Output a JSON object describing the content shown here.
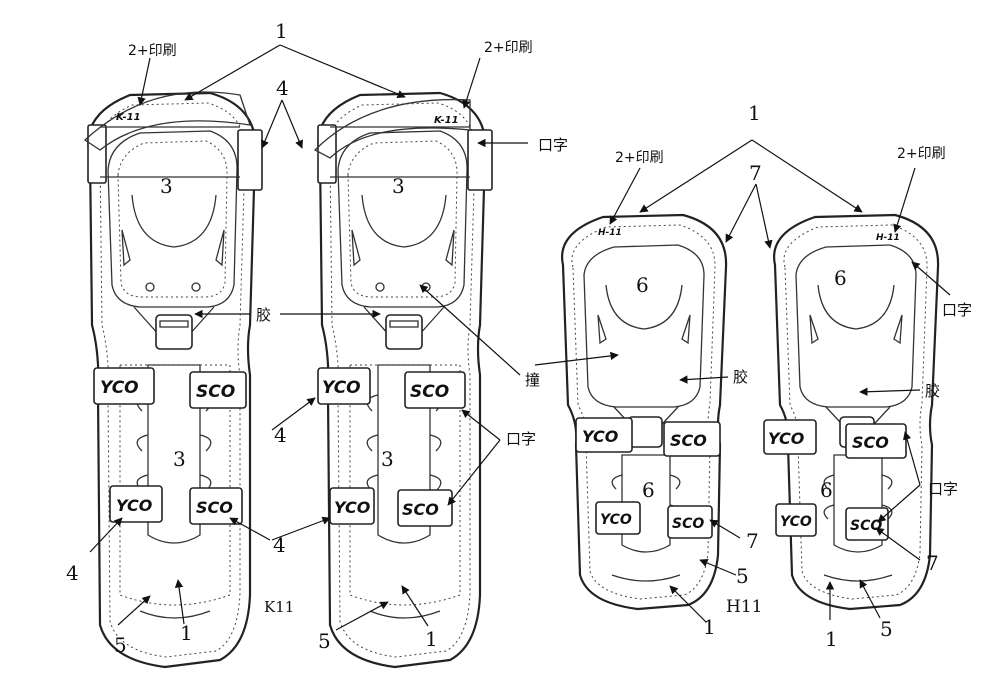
{
  "labels": {
    "n1": "1",
    "n3": "3",
    "n4": "4",
    "n5": "5",
    "n6": "6",
    "n7": "7",
    "print2": "2+印刷",
    "mouth_char": "口字",
    "glue": "胶",
    "impact": "撞",
    "model_k11": "K11",
    "model_h11": "H11",
    "logo_k11": "K-11",
    "logo_h11": "H-11"
  },
  "straps": {
    "left_a": "YCO",
    "left_b": "SCO",
    "left_c": "YCO",
    "left_d": "SCO"
  },
  "colors": {
    "line": "#222222",
    "background": "#ffffff"
  }
}
